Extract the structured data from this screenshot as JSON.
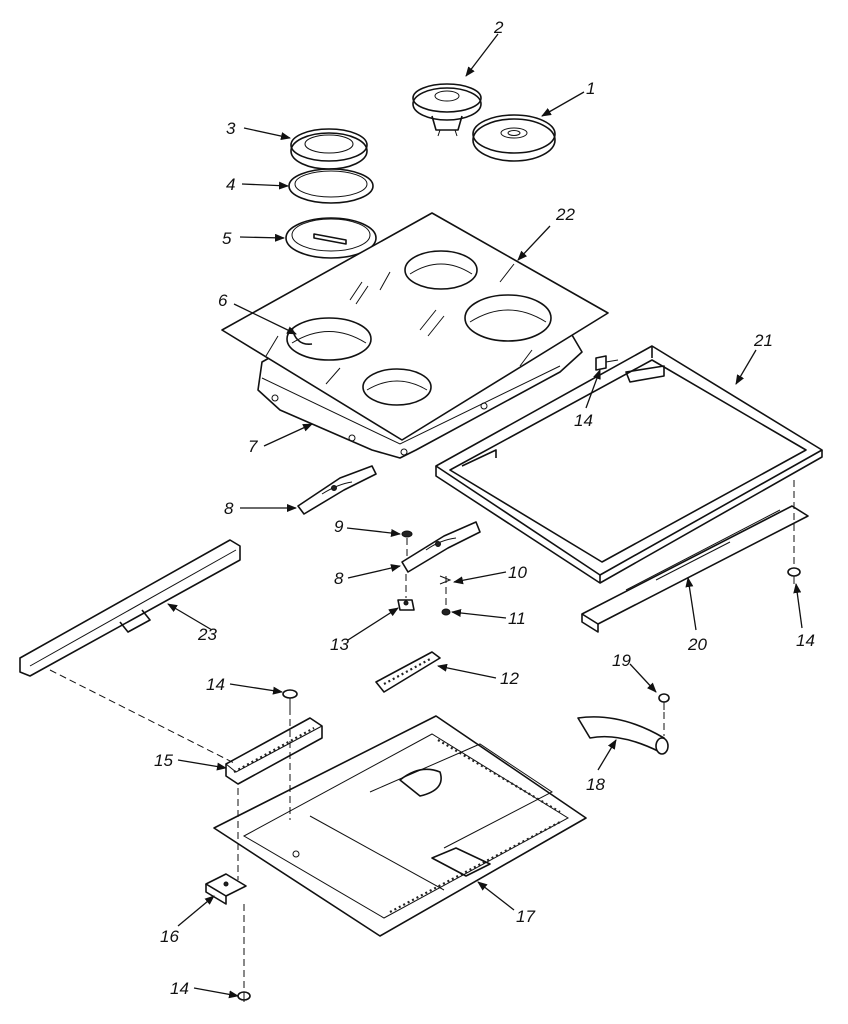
{
  "callouts": {
    "c1": "1",
    "c2": "2",
    "c3": "3",
    "c4": "4",
    "c5": "5",
    "c6": "6",
    "c7": "7",
    "c8a": "8",
    "c8b": "8",
    "c9": "9",
    "c10": "10",
    "c11": "11",
    "c12": "12",
    "c13": "13",
    "c14a": "14",
    "c14b": "14",
    "c14c": "14",
    "c14d": "14",
    "c15": "15",
    "c16": "16",
    "c17": "17",
    "c18": "18",
    "c19": "19",
    "c20": "20",
    "c21": "21",
    "c22": "22",
    "c23": "23"
  }
}
